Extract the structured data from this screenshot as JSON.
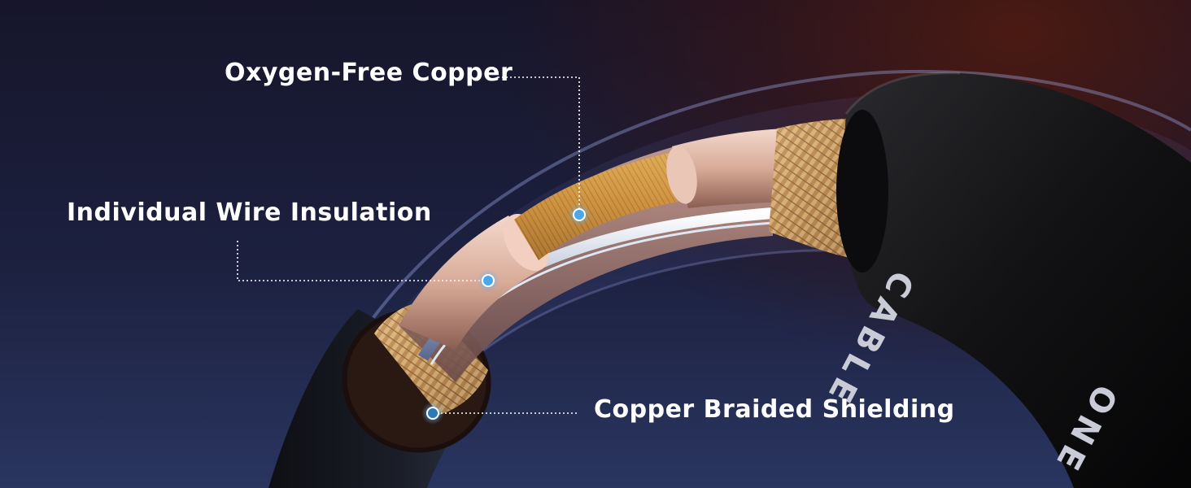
{
  "callouts": {
    "oxygen_free_copper": "Oxygen-Free Copper",
    "individual_wire_insulation": "Individual Wire Insulation",
    "copper_braided_shielding": "Copper Braided Shielding"
  },
  "cable_print": {
    "text_1": "CABLE",
    "text_2": "ONE"
  },
  "colors": {
    "background_top": "#16152a",
    "background_bottom": "#2a3560",
    "glow": "#4a1a12",
    "copper": "#c8893a",
    "braid": "#c89a62",
    "jacket": "#151517",
    "insulation": "#e8c4b4",
    "marker": "#4aa8e8"
  }
}
